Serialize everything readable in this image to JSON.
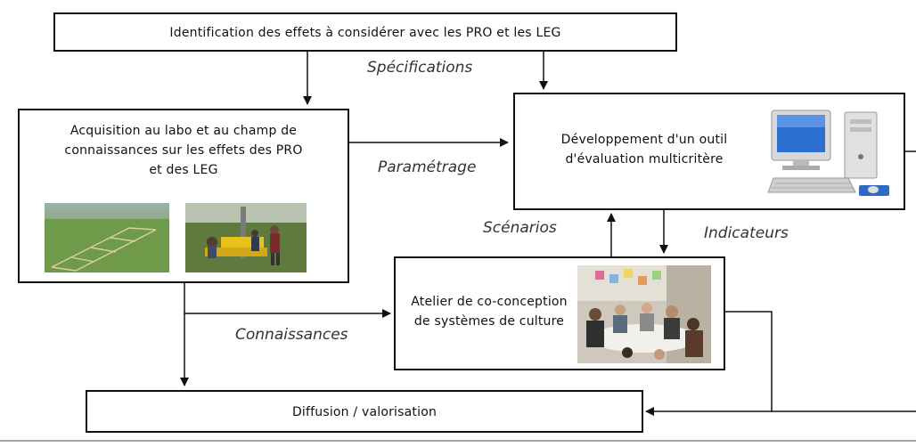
{
  "boxes": {
    "identification": "Identification des effets à considérer avec les PRO et les LEG",
    "acquisition": "Acquisition au labo et au champ de connaissances sur les effets des PRO et des LEG",
    "developpement": "Développement d'un outil d'évaluation multicritère",
    "atelier": "Atelier de co-conception de systèmes de culture",
    "diffusion": "Diffusion / valorisation"
  },
  "labels": {
    "specifications": "Spécifications",
    "parametrage": "Paramétrage",
    "scenarios": "Scénarios",
    "indicateurs": "Indicateurs",
    "connaissances": "Connaissances"
  },
  "icons": {
    "field_photo": "field-aerial-photo",
    "sampling_photo": "soil-sampling-photo",
    "computer": "desktop-computer-icon",
    "workshop_photo": "workshop-group-photo"
  },
  "colors": {
    "line": "#111111",
    "field_green": "#6f9a4a",
    "machine_yellow": "#e7c21a"
  }
}
